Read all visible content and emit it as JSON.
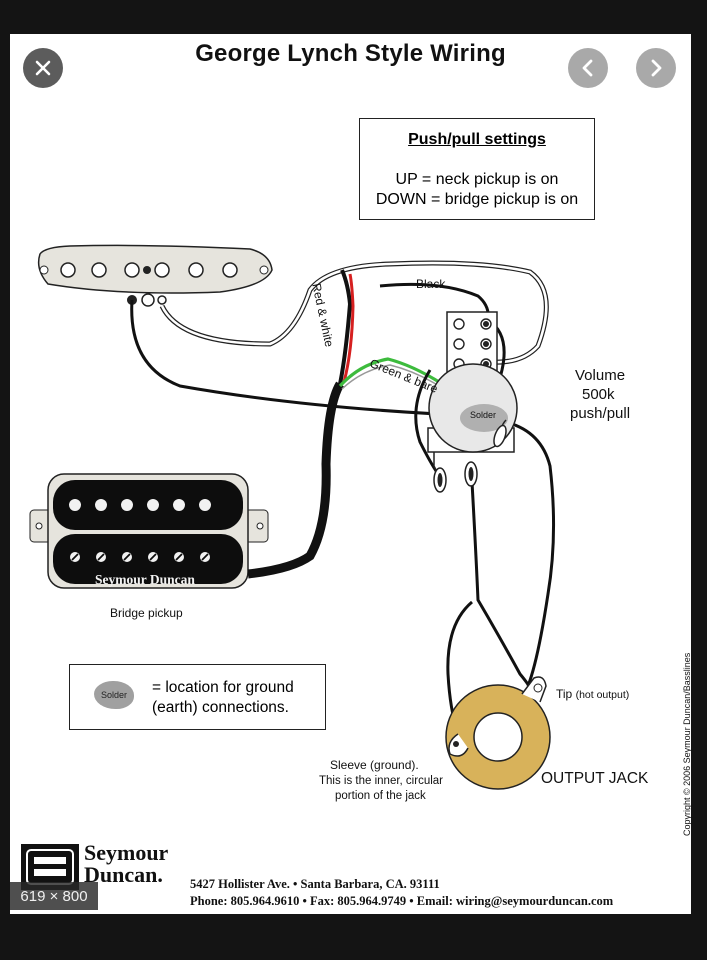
{
  "title": "George Lynch Style Wiring",
  "push_pull": {
    "heading": "Push/pull settings",
    "line1": "UP = neck pickup is on",
    "line2": "DOWN = bridge pickup is on"
  },
  "labels": {
    "black": "Black",
    "red_white": "Red & white",
    "green_bare": "Green & bare",
    "solder": "Solder",
    "volume_1": "Volume",
    "volume_2": "500k",
    "volume_3": "push/pull",
    "bridge_pickup": "Bridge pickup",
    "humbucker_brand": "Seymour Duncan",
    "tip": "Tip",
    "tip_note": "(hot output)",
    "sleeve_1": "Sleeve (ground).",
    "sleeve_2": "This is the inner, circular",
    "sleeve_3": "portion of the jack",
    "output_jack": "OUTPUT JACK",
    "copyright": "Copyright © 2006 Seymour Duncan/Basslines"
  },
  "legend": {
    "solder": "Solder",
    "line1": "= location for ground",
    "line2": "(earth) connections."
  },
  "footer": {
    "logo_line1": "Seymour",
    "logo_line2": "Duncan.",
    "address": "5427 Hollister Ave. • Santa Barbara, CA. 93111",
    "contact": "Phone: 805.964.9610 • Fax: 805.964.9749 • Email: wiring@seymourduncan.com"
  },
  "viewer": {
    "image_size": "619 × 800",
    "close_icon": "close-icon",
    "prev_icon": "chevron-left-icon",
    "next_icon": "chevron-right-icon"
  },
  "colors": {
    "wire_red": "#d62020",
    "wire_green": "#3dbb3d",
    "pickup_cream": "#e6e4dd",
    "jack_gold": "#d8b25a",
    "solder_gray": "#a0a0a0"
  }
}
